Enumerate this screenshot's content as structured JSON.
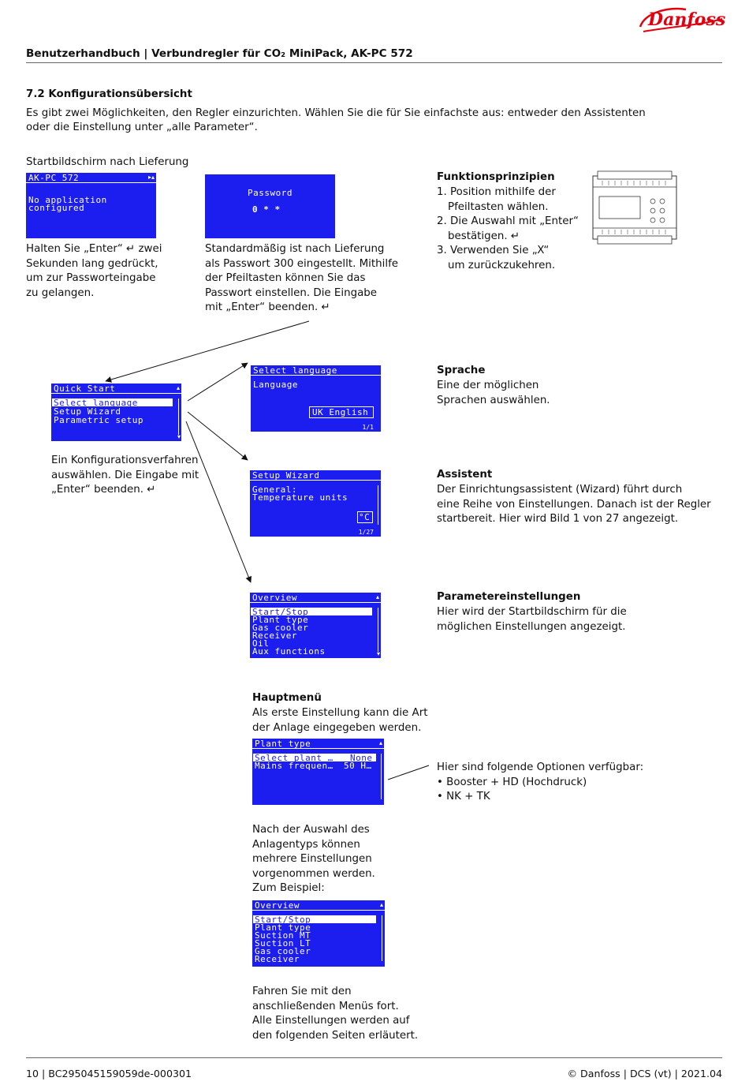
{
  "logo": "Danfoss",
  "header": {
    "title": "Benutzerhandbuch | Verbundregler für CO₂ MiniPack, AK-PC 572"
  },
  "section": {
    "heading": "7.2 Konfigurationsübersicht",
    "intro1": "Es gibt zwei Möglichkeiten, den Regler einzurichten. Wählen Sie die für Sie einfachste aus: entweder den Assistenten",
    "intro2": "oder die Einstellung unter „alle Parameter“."
  },
  "start": {
    "label": "Startbildschirm nach Lieferung",
    "screen": {
      "title": "AK-PC 572",
      "line1": "No application",
      "line2": "configured"
    },
    "desc": [
      "Halten Sie „Enter“ ↵  zwei",
      "Sekunden lang gedrückt,",
      "um zur Passworteingabe",
      "zu gelangen."
    ]
  },
  "password": {
    "screen": {
      "title": "Password",
      "value": "0 * *"
    },
    "desc": [
      "Standardmäßig ist nach Lieferung",
      "als Passwort 300 eingestellt. Mithilfe",
      "der Pfeiltasten können Sie das",
      "Passwort einstellen. Die Eingabe",
      "mit „Enter“ beenden. ↵"
    ]
  },
  "principles": {
    "title": "Funktionsprinzipien",
    "items": [
      "1. Position mithilfe der",
      "Pfeiltasten wählen.",
      "2. Die Auswahl mit „Enter“",
      "bestätigen. ↵",
      "3. Verwenden Sie „X“",
      "um zurückzukehren."
    ]
  },
  "quickstart": {
    "screen": {
      "title": "Quick Start",
      "items": [
        "Select language",
        "Setup Wizard",
        "Parametric setup"
      ]
    },
    "desc": [
      "Ein Konfigurationsverfahren",
      "auswählen. Die Eingabe mit",
      "„Enter“ beenden. ↵"
    ]
  },
  "language": {
    "screen": {
      "title": "Select language",
      "label": "Language",
      "value": "UK English",
      "page": "1/1"
    },
    "title": "Sprache",
    "desc": [
      "Eine der möglichen",
      "Sprachen auswählen."
    ]
  },
  "wizard": {
    "screen": {
      "title": "Setup Wizard",
      "line1": "General:",
      "line2": "Temperature units",
      "value": "°C",
      "page": "1/27"
    },
    "title": "Assistent",
    "desc": [
      "Der Einrichtungsassistent (Wizard) führt durch",
      "eine Reihe von Einstellungen. Danach ist der Regler",
      "startbereit. Hier wird Bild 1 von 27 angezeigt."
    ]
  },
  "params": {
    "screen": {
      "title": "Overview",
      "items": [
        "Start/Stop",
        "Plant type",
        "Gas cooler",
        "Receiver",
        "Oil",
        "Aux functions"
      ]
    },
    "title": "Parametereinstellungen",
    "desc": [
      "Hier wird der Startbildschirm für die",
      "möglichen Einstellungen angezeigt."
    ]
  },
  "mainmenu": {
    "title": "Hauptmenü",
    "desc": [
      "Als erste Einstellung kann die Art",
      "der Anlage eingegeben werden."
    ],
    "screen": {
      "title": "Plant type",
      "row1_label": "Select plant …",
      "row1_value": "None",
      "row2_label": "Mains frequen…",
      "row2_value": "50 H…"
    },
    "options_title": "Hier sind folgende Optionen verfügbar:",
    "options": [
      "• Booster + HD (Hochdruck)",
      "• NK + TK"
    ]
  },
  "after": {
    "desc": [
      "Nach der Auswahl des",
      "Anlagentyps können",
      "mehrere Einstellungen",
      "vorgenommen werden.",
      "Zum Beispiel:"
    ],
    "screen": {
      "title": "Overview",
      "items": [
        "Start/Stop",
        "Plant type",
        "Suction MT",
        "Suction LT",
        "Gas cooler",
        "Receiver"
      ]
    }
  },
  "closing": [
    "Fahren Sie mit den",
    "anschließenden Menüs fort.",
    "Alle Einstellungen werden auf",
    "den folgenden Seiten erläutert."
  ],
  "footer": {
    "left": "10 | BC295045159059de-000301",
    "right": "© Danfoss | DCS (vt) | 2021.04"
  },
  "colors": {
    "lcd": "#1c1ef0",
    "logo": "#e2000f"
  }
}
